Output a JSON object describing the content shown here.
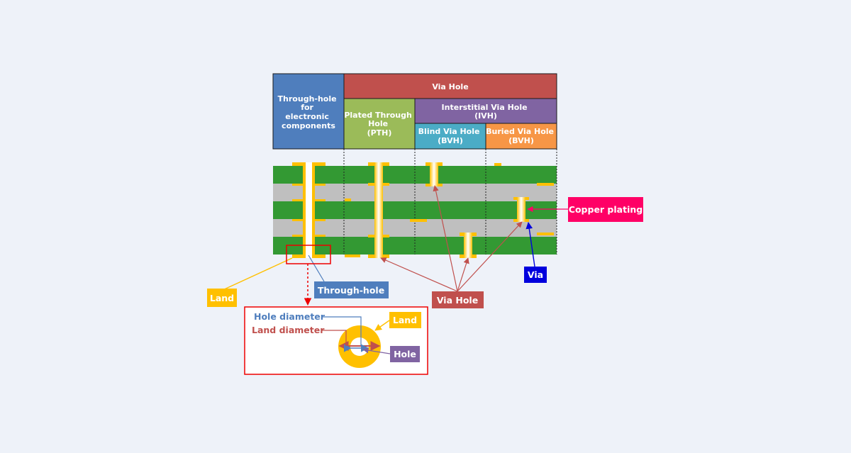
{
  "header": {
    "through_hole_lines": [
      "Through-hole",
      "for",
      "electronic",
      "components"
    ],
    "via_hole": "Via Hole",
    "pth_lines": [
      "Plated Through",
      "Hole",
      "(PTH)"
    ],
    "ivh_lines": [
      "Interstitial Via Hole",
      "(IVH)"
    ],
    "bvh_blind_lines": [
      "Blind Via Hole",
      "(BVH)"
    ],
    "bvh_buried_lines": [
      "Buried Via Hole",
      "(BVH)"
    ]
  },
  "callouts": {
    "copper_plating": "Copper plating",
    "via": "Via",
    "via_hole": "Via Hole",
    "through_hole": "Through-hole",
    "land": "Land"
  },
  "detail": {
    "hole_diameter": "Hole diameter",
    "land_diameter": "Land diameter",
    "land": "Land",
    "hole": "Hole"
  },
  "colors": {
    "background": "#eef2f9",
    "through_hole_blue": "#4f7ebd",
    "via_hole_red": "#c0504d",
    "pth_green": "#9bbb59",
    "ivh_purple": "#8064a2",
    "blind_teal": "#4bacc6",
    "buried_orange": "#f79646",
    "board_green": "#339933",
    "board_gray": "#bfbfbf",
    "copper_yellow": "#ffc000",
    "copper_plating_pink": "#ff0066",
    "via_blue": "#0000dd"
  }
}
